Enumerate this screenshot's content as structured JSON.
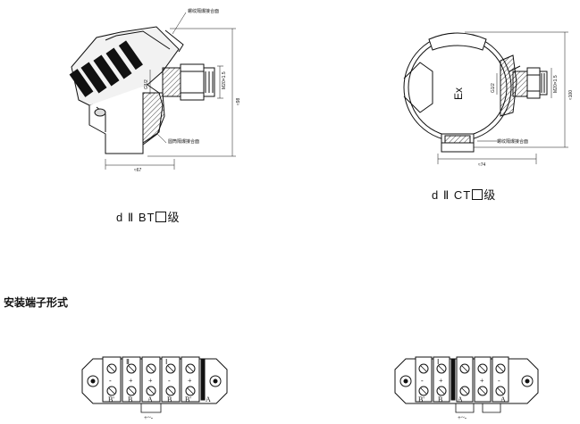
{
  "labels": {
    "left_model": "d Ⅱ BT",
    "left_grade": "级",
    "right_model": "d Ⅱ CT",
    "right_grade": "级"
  },
  "section_heading": "安装端子形式",
  "annotations": {
    "left_top_callout": "螺纹隔爆接合面",
    "left_bottom_callout": "圆筒隔爆接合面",
    "right_callout": "螺纹隔爆接合面",
    "ex_mark": "Ex"
  },
  "dimensions": {
    "left_width": "≈67",
    "left_height": "≈98",
    "left_m_thread": "M20×1.5",
    "left_g": "G1/2",
    "right_width": "≈74",
    "right_height": "≈100",
    "right_m_thread": "M20×1.5",
    "right_g": "G1/2"
  },
  "terminal_blocks": {
    "left": {
      "top_row": [
        "Ⅱ",
        "Ⅰ"
      ],
      "signs": [
        "-",
        "+",
        "+",
        "-",
        "+",
        "-"
      ],
      "bottom": [
        "B'",
        "B",
        "A",
        "B",
        "B'",
        "A"
      ],
      "polarity": "+~-"
    },
    "right": {
      "top_row": [
        "Ⅰ"
      ],
      "signs": [
        "-",
        "+",
        "+",
        "-"
      ],
      "bottom": [
        "B'",
        "B",
        "A",
        "A"
      ],
      "polarity": "+~-"
    }
  }
}
